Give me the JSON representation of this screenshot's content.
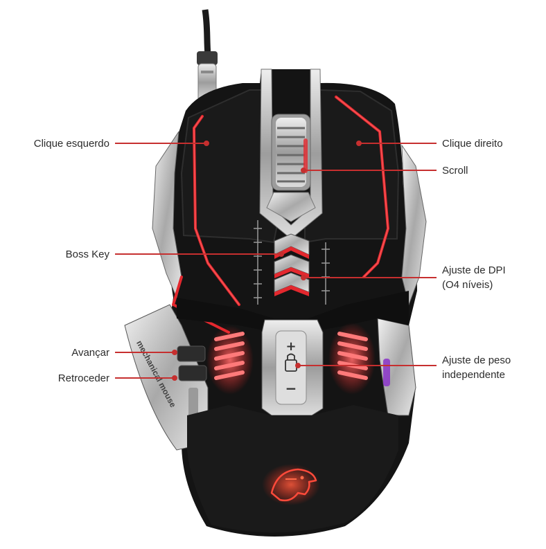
{
  "product": {
    "printed_text": "mechanical mouse",
    "logo": "eagle-head"
  },
  "colors": {
    "body_black": "#141414",
    "chrome": "#c9c9c9",
    "led_red": "#e3282e",
    "leader_red": "#c62f2f",
    "label_text": "#2b2b2b"
  },
  "labels": {
    "left_click": "Clique esquerdo",
    "right_click": "Clique direito",
    "scroll": "Scroll",
    "boss_key": "Boss Key",
    "dpi_line1": "Ajuste de DPI",
    "dpi_line2": "(O4 níveis)",
    "forward": "Avançar",
    "back": "Retroceder",
    "weight_line1": "Ajuste de peso",
    "weight_line2": "independente"
  }
}
